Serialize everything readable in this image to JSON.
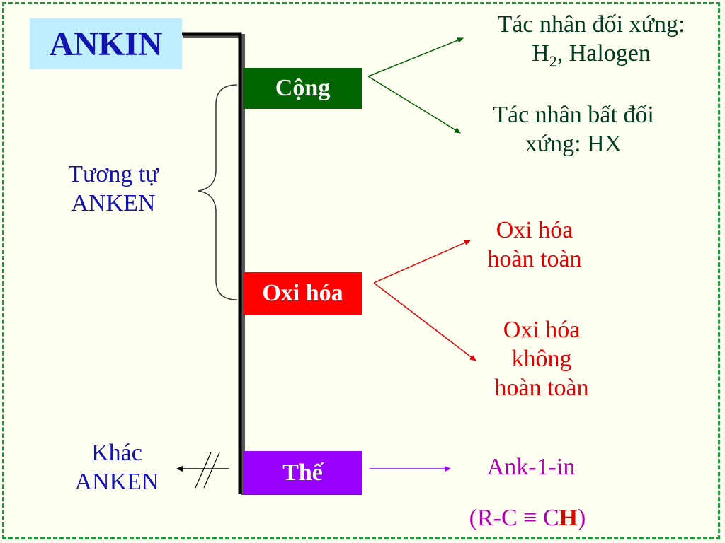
{
  "title": "ANKIN",
  "branches": {
    "cong": "Cộng",
    "oxi_hoa": "Oxi hóa",
    "the": "Thế"
  },
  "left_labels": {
    "tuong_tu": [
      "Tương tự",
      "ANKEN"
    ],
    "khac": [
      "Khác",
      "ANKEN"
    ]
  },
  "cong_results": {
    "doi_xung_line1": "Tác nhân đối xứng:",
    "doi_xung_h": "H",
    "doi_xung_sub": "2",
    "doi_xung_rest": ", Halogen",
    "bat_doi_xung": [
      "Tác nhân bất đối",
      "xứng: HX"
    ]
  },
  "oxi_results": {
    "hoan_toan": [
      "Oxi hóa",
      "hoàn toàn"
    ],
    "khong_hoan_toan": [
      "Oxi hóa",
      "không",
      "hoàn toàn"
    ]
  },
  "the_results": {
    "ank": "Ank-1-in",
    "formula_prefix": "(R-C ≡ C",
    "formula_h": "H",
    "formula_suffix": ")"
  },
  "colors": {
    "frame": "#1a9a3a",
    "title_bg": "#bfeefe",
    "title_text": "#1313b0",
    "cong": "#006400",
    "oxi_hoa": "#ff0000",
    "the": "#9900ff",
    "blue_text": "#1313b0",
    "red_text": "#e00000",
    "dark_text": "#003b1f",
    "magenta_text": "#b000b0"
  }
}
